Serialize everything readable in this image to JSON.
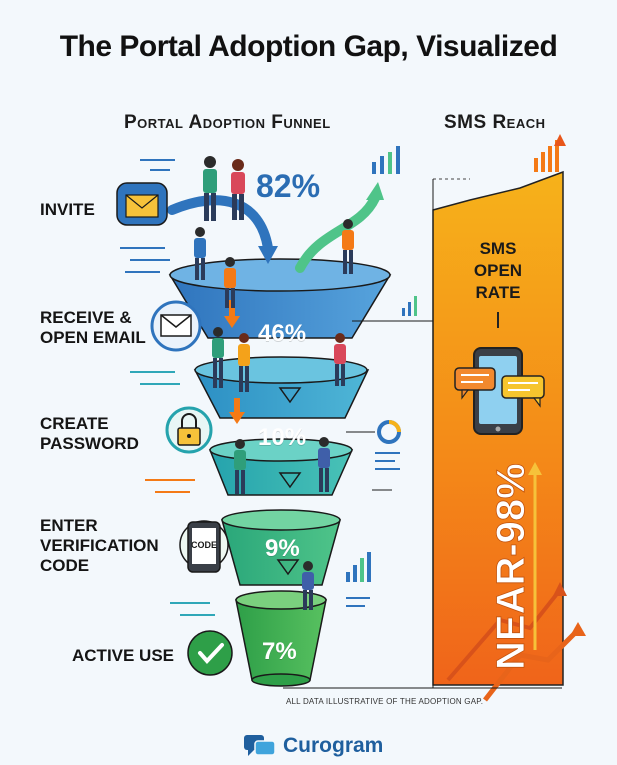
{
  "title": "The Portal Adoption Gap, Visualized",
  "funnel": {
    "heading": "Portal Adoption Funnel",
    "steps": [
      {
        "label": "INVITE",
        "value": "82%"
      },
      {
        "label": "RECEIVE & OPEN EMAIL",
        "value": "46%"
      },
      {
        "label": "CREATE PASSWORD",
        "value": "10%"
      },
      {
        "label": "ENTER VERIFICATION CODE",
        "value": "9%"
      },
      {
        "label": "ACTIVE USE",
        "value": "7%"
      }
    ],
    "code_icon_text": "CODE"
  },
  "sms": {
    "heading": "SMS Reach",
    "label_lines": [
      "SMS",
      "OPEN",
      "RATE"
    ],
    "value": "NEAR-98%"
  },
  "footnote": "ALL DATA ILLUSTRATIVE OF THE ADOPTION GAP.",
  "brand": "Curogram",
  "colors": {
    "funnel_top": "#3f86c9",
    "funnel_mid": "#2fa7b8",
    "funnel_bottom": "#3fb25a",
    "sms_orange": "#f47a16",
    "sms_yellow": "#f6b21a",
    "accent_blue": "#2b6db3"
  }
}
